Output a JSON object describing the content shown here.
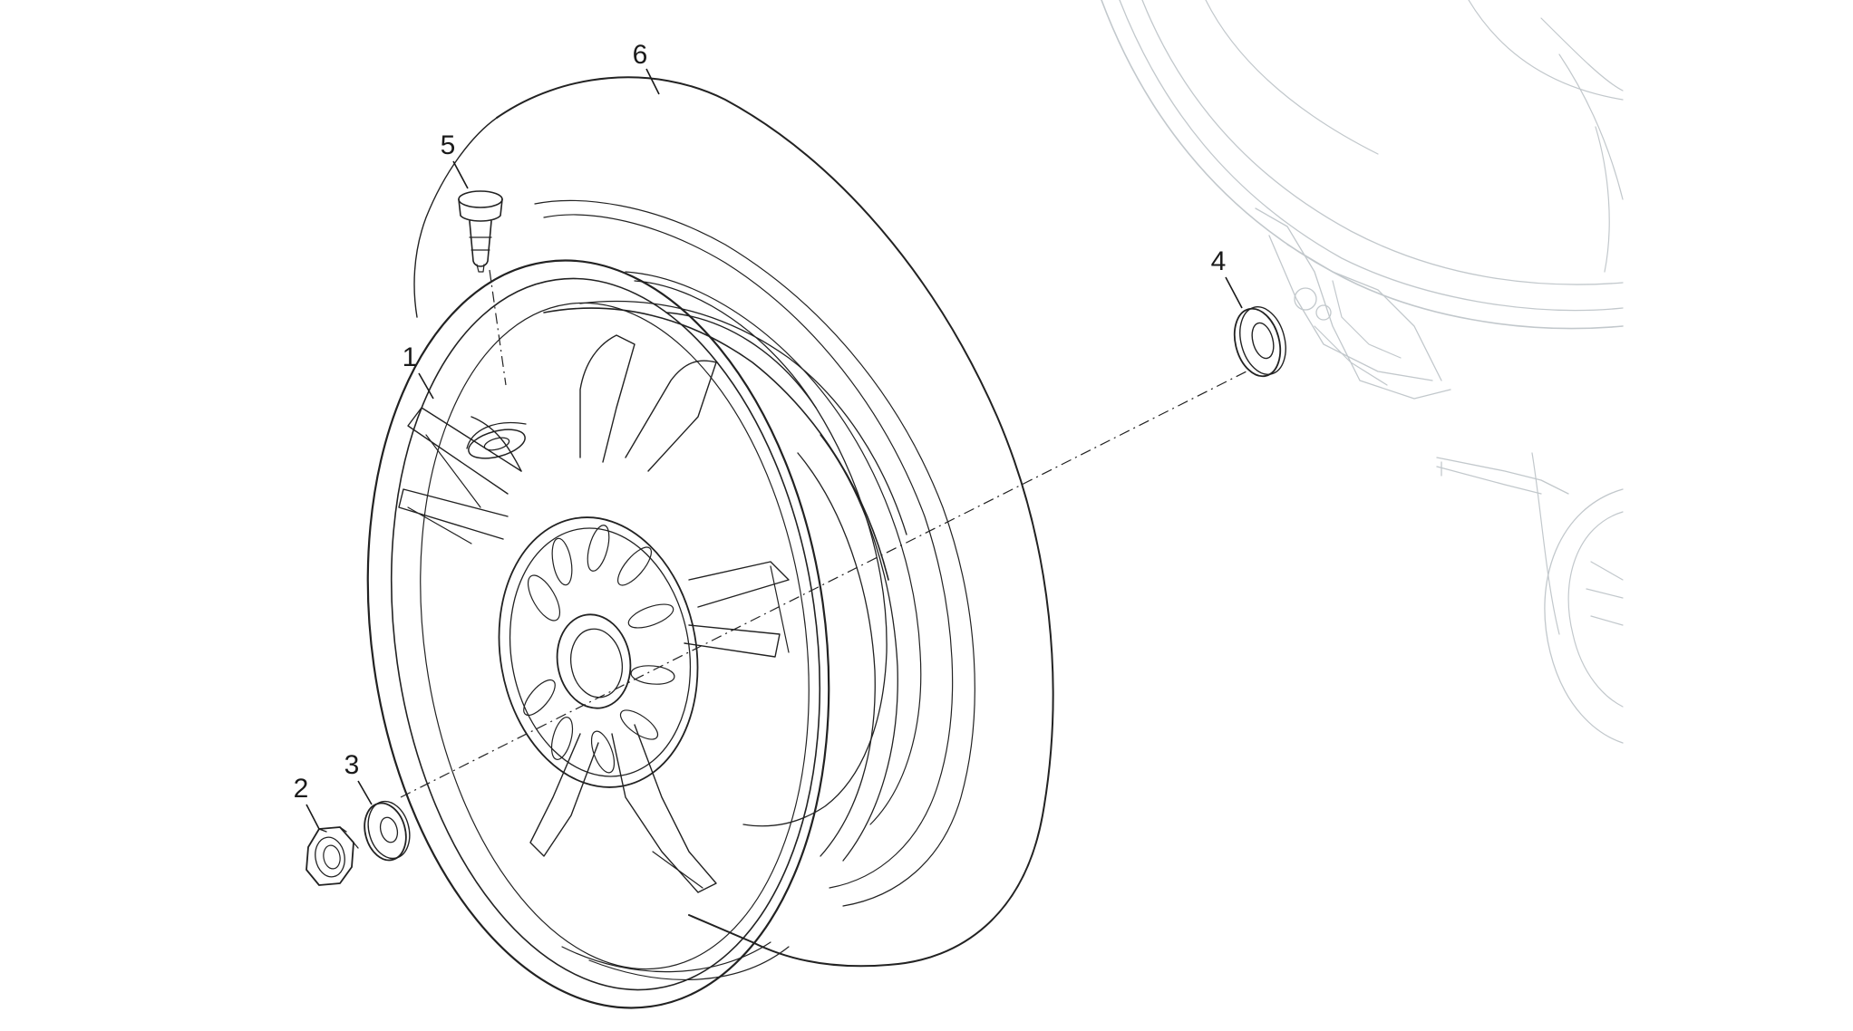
{
  "diagram": {
    "callouts": [
      {
        "id": "1",
        "label": "1"
      },
      {
        "id": "2",
        "label": "2"
      },
      {
        "id": "3",
        "label": "3"
      },
      {
        "id": "4",
        "label": "4"
      },
      {
        "id": "5",
        "label": "5"
      },
      {
        "id": "6",
        "label": "6"
      }
    ]
  },
  "colors": {
    "line": "#222222",
    "ghost_line": "#c2c8cc",
    "background": "#ffffff"
  }
}
